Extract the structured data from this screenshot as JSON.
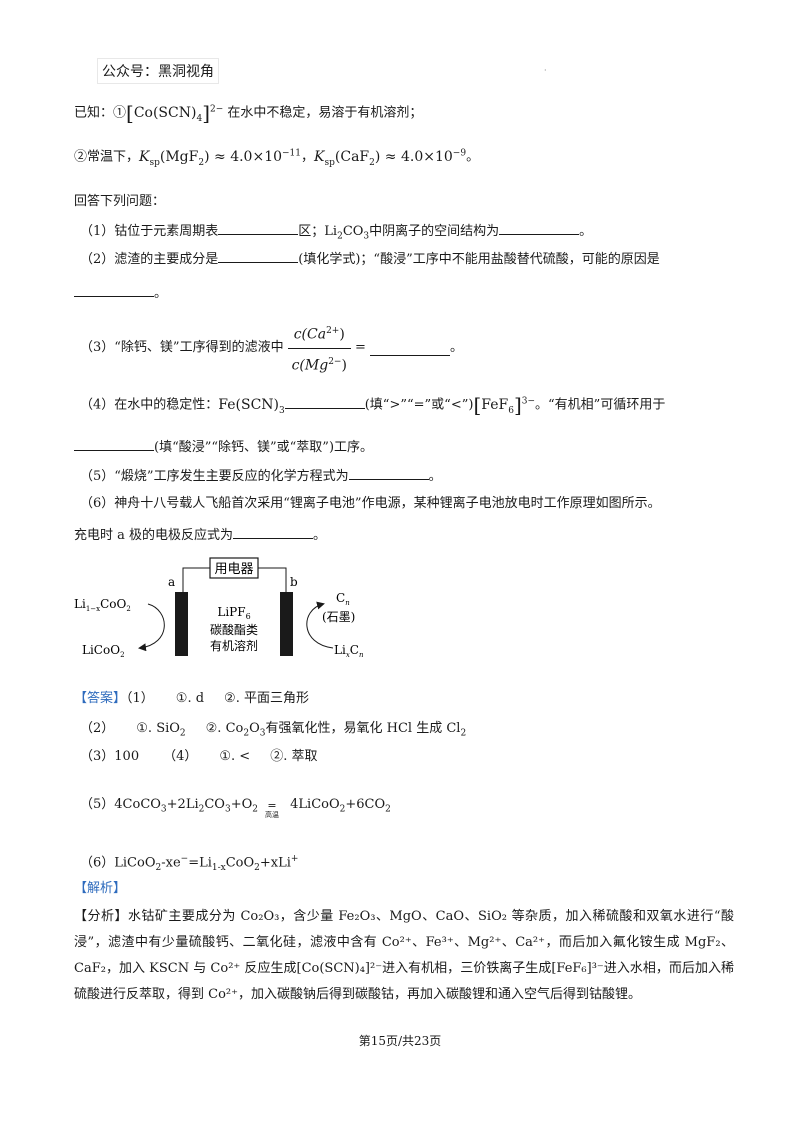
{
  "watermark": "公众号：黑洞视角",
  "known": {
    "line1_prefix": "已知：①",
    "line1_complex": "Co(SCN)",
    "line1_sub": "4",
    "line1_charge": "2−",
    "line1_suffix": "在水中不稳定，易溶于有机溶剂；",
    "line2_prefix": "②常温下，",
    "ksp_mgf2_label": "K",
    "ksp_sub": "sp",
    "mgf2": "(MgF",
    "mgf2_sub": "2",
    "mgf2_close": ")",
    "mgf2_val": "≈ 4.0×10",
    "mgf2_exp": "−11",
    "sep": "，",
    "caf2": "(CaF",
    "caf2_sub": "2",
    "caf2_close": ")",
    "caf2_val": "≈ 4.0×10",
    "caf2_exp": "−9",
    "end": "。"
  },
  "answer_prompt": "回答下列问题：",
  "q1": {
    "a": "（1）钴位于元素周期表",
    "b": "区；Li",
    "b_sub1": "2",
    "b2": "CO",
    "b_sub2": "3",
    "c": "中阴离子的空间结构为",
    "d": "。"
  },
  "q2": {
    "a": "（2）滤渣的主要成分是",
    "b": "(填化学式)；“酸浸”工序中不能用盐酸替代硫酸，可能的原因是",
    "c": "。"
  },
  "q3": {
    "a": "（3）“除钙、镁”工序得到的滤液中",
    "num": "c(Ca",
    "num_sup": "2+",
    "num_close": ")",
    "den": "c(Mg",
    "den_sup": "2−",
    "den_close": ")",
    "eq": "=",
    "end": "。"
  },
  "q4": {
    "a": "（4）在水中的稳定性：",
    "fe": "Fe(SCN)",
    "fe_sub": "3",
    "b": "(填“>”“=”或“<”)",
    "fef": "FeF",
    "fef_sub": "6",
    "fef_charge": "3−",
    "c": "。“有机相”可循环用于",
    "d": "(填“酸浸”“除钙、镁”或“萃取”)工序。"
  },
  "q5": {
    "a": "（5）“煅烧”工序发生主要反应的化学方程式为",
    "b": "。"
  },
  "q6": {
    "a": "（6）神舟十八号载人飞船首次采用“锂离子电池”作电源，某种锂离子电池放电时工作原理如图所示。",
    "b": "充电时 a 极的电极反应式为",
    "c": "。"
  },
  "diagram": {
    "device": "用电器",
    "a": "a",
    "b": "b",
    "left_top": "Li",
    "left_top_sub": "1−x",
    "left_top2": "CoO",
    "left_top_sub2": "2",
    "left_bot": "LiCoO",
    "left_bot_sub": "2",
    "mid1": "LiPF",
    "mid1_sub": "6",
    "mid2": "碳酸酯类",
    "mid3": "有机溶剂",
    "right_top": "C",
    "right_top_sub": "n",
    "right_mid": "(石墨)",
    "right_bot": "Li",
    "right_bot_sub": "x",
    "right_bot2": "C",
    "right_bot_sub2": "n"
  },
  "answers": {
    "label": "【答案】",
    "a1": "（1）",
    "a1_1": "①. d",
    "a1_2": "②. 平面三角形",
    "a2": "（2）",
    "a2_1": "①. SiO",
    "a2_1_sub": "2",
    "a2_2": "②. Co",
    "a2_2_sub1": "2",
    "a2_2b": "O",
    "a2_2_sub2": "3",
    "a2_2c": "有强氧化性，易氧化 HCl 生成 Cl",
    "a2_2_sub3": "2",
    "a3": "（3）100",
    "a4": "（4）",
    "a4_1": "①. <",
    "a4_2": "②. 萃取",
    "a5_pre": "（5）4CoCO",
    "a5_s1": "3",
    "a5_b": "+2Li",
    "a5_s2": "2",
    "a5_c": "CO",
    "a5_s3": "3",
    "a5_d": "+O",
    "a5_s4": "2",
    "a5_arrow_top": "=",
    "a5_arrow_bot": "高温",
    "a5_e": " 4LiCoO",
    "a5_s5": "2",
    "a5_f": "+6CO",
    "a5_s6": "2",
    "a6": "（6）LiCoO",
    "a6_s1": "2",
    "a6_b": "-xe",
    "a6_sup1": "−",
    "a6_c": "=Li",
    "a6_s2": "1-x",
    "a6_d": "CoO",
    "a6_s3": "2",
    "a6_e": "+xLi",
    "a6_sup2": "+"
  },
  "analysis_label": "【解析】",
  "analysis": "【分析】水钴矿主要成分为 Co₂O₃，含少量 Fe₂O₃、MgO、CaO、SiO₂ 等杂质，加入稀硫酸和双氧水进行“酸浸”，滤渣中有少量硫酸钙、二氧化硅，滤液中含有 Co²⁺、Fe³⁺、Mg²⁺、Ca²⁺，而后加入氟化铵生成 MgF₂、CaF₂，加入 KSCN 与 Co²⁺ 反应生成[Co(SCN)₄]²⁻进入有机相，三价铁离子生成[FeF₆]³⁻进入水相，而后加入稀硫酸进行反萃取，得到 Co²⁺，加入碳酸钠后得到碳酸钴，再加入碳酸锂和通入空气后得到钴酸锂。",
  "footer": "第15页/共23页"
}
